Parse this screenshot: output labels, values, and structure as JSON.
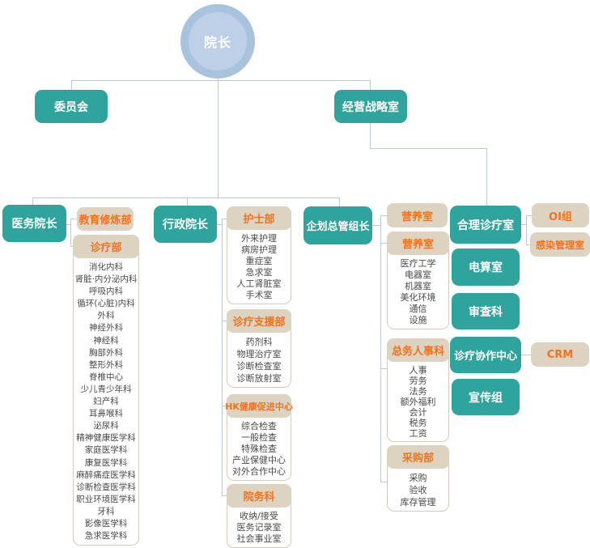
{
  "root": {
    "label": "院长"
  },
  "top": {
    "committee": "委员会",
    "strategy": "经营战略室"
  },
  "executives": {
    "medical": "医务院长",
    "admin": "行政院长",
    "planning": "企划总管组长",
    "rational": "合理诊疗室"
  },
  "medical_children": {
    "education": "教育修炼部",
    "clinic": {
      "header": "诊疗部",
      "items": [
        "消化内科",
        "肾脏·内分泌内科",
        "呼吸内科",
        "循环(心脏)内科",
        "外科",
        "神经外科",
        "神经科",
        "胸部外科",
        "整形外科",
        "脊椎中心",
        "少儿青少年科",
        "妇产科",
        "耳鼻喉科",
        "泌尿科",
        "精神健康医学科",
        "家庭医学科",
        "康复医学科",
        "麻醉痛症医学科",
        "诊断检查医学科",
        "职业环境医学科",
        "牙科",
        "影像医学科",
        "急求医学科"
      ]
    }
  },
  "admin_children": {
    "nursing": {
      "header": "护士部",
      "items": [
        "外来护理",
        "病房护理",
        "重症室",
        "急求室",
        "人工肾脏室",
        "手术室"
      ]
    },
    "support": {
      "header": "诊疗支援部",
      "items": [
        "药剂科",
        "物理治疗室",
        "诊断检查室",
        "诊断放射室"
      ]
    },
    "hk": {
      "header": "HK健康促进中心",
      "items": [
        "综合检查",
        "一般检查",
        "特殊检查",
        "产业保健中心",
        "对外合作中心"
      ]
    },
    "hospital_affairs": {
      "header": "院务科",
      "items": [
        "收纳/接受",
        "医务记录室",
        "社会事业室"
      ]
    }
  },
  "planning_children": {
    "nutrition1": "营养室",
    "nutrition2": {
      "header": "营养室",
      "items": [
        "医疗工学",
        "电器室",
        "机器室",
        "美化环境",
        "通信",
        "设施"
      ]
    },
    "general_hr": {
      "header": "总务人事科",
      "items": [
        "人事",
        "劳务",
        "法务",
        "额外福利",
        "会计",
        "税务",
        "工资"
      ]
    },
    "purchasing": {
      "header": "采购部",
      "items": [
        "采购",
        "验收",
        "库存管理"
      ]
    }
  },
  "rational_children": {
    "oi": "OI组",
    "infection": "感染管理室"
  },
  "right_units": {
    "computing": "电算室",
    "review": "审查科",
    "cooperation": "诊疗协作中心",
    "crm": "CRM",
    "pr": "宣传组"
  },
  "colors": {
    "teal": "#2fa49c",
    "tan": "#dcd3c0",
    "orange": "#f4721d",
    "line": "#b7c9dd",
    "circle_outer": "#a9c3de",
    "circle_inner": "#bdd0e7"
  }
}
